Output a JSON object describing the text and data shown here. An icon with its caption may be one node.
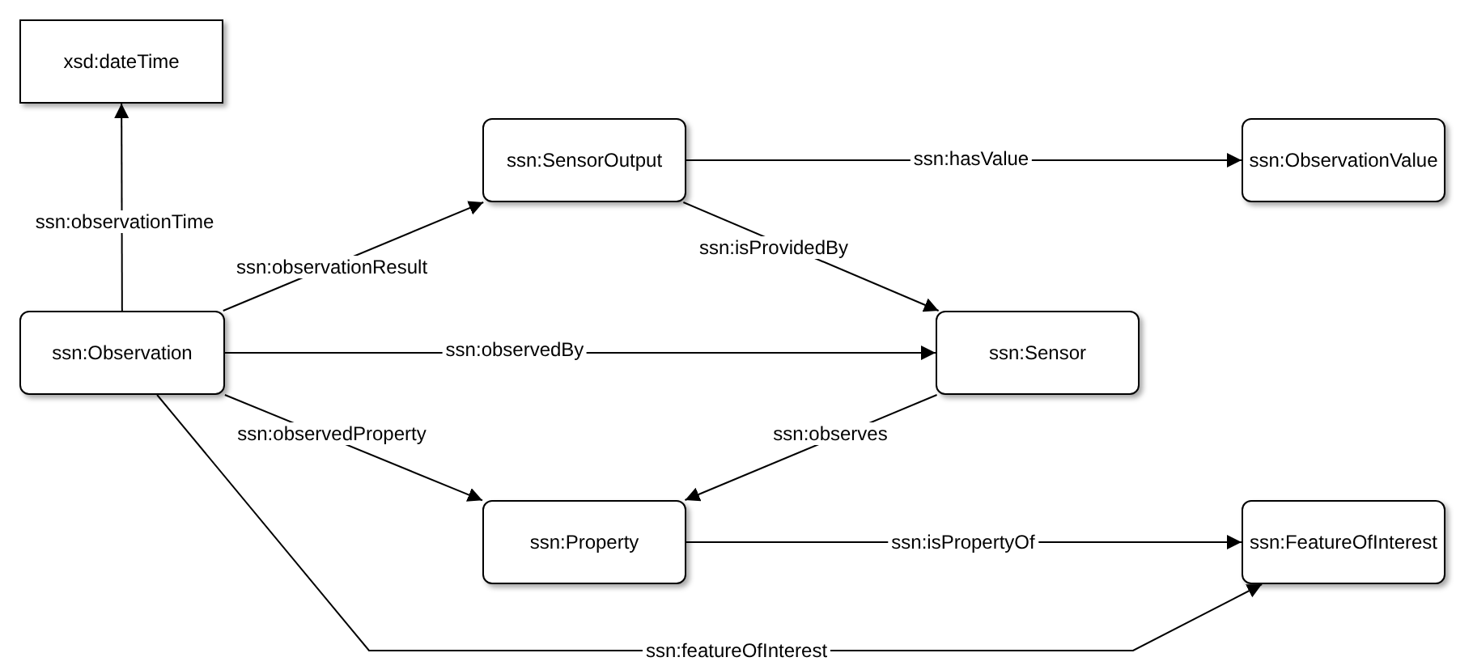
{
  "diagram": {
    "nodes": [
      {
        "text": [
          "xsd:dateTime"
        ]
      },
      {
        "text": [
          "ssn:SensorOutput"
        ]
      },
      {
        "text": [
          "ssn:ObservationValue"
        ]
      },
      {
        "text": [
          "ssn:Observation"
        ]
      },
      {
        "text": [
          "ssn:Sensor"
        ]
      },
      {
        "text": [
          "ssn:Property"
        ]
      },
      {
        "text": [
          "ssn:FeatureOfInterest"
        ]
      }
    ],
    "edges": [
      {
        "from": 3,
        "to": 0,
        "arrow": "to",
        "label": "ssn:observationTime"
      },
      {
        "from": 3,
        "to": 1,
        "arrow": "to",
        "label": "ssn:observationResult"
      },
      {
        "from": 1,
        "to": 2,
        "arrow": "to",
        "label": "ssn:hasValue"
      },
      {
        "from": 1,
        "to": 4,
        "arrow": "to",
        "label": "ssn:isProvidedBy"
      },
      {
        "from": 3,
        "to": 4,
        "arrow": "to",
        "label": "ssn:observedBy"
      },
      {
        "from": 3,
        "to": 5,
        "arrow": "to",
        "label": "ssn:observedProperty"
      },
      {
        "from": 4,
        "to": 5,
        "arrow": "to",
        "label": "ssn:observes"
      },
      {
        "from": 5,
        "to": 6,
        "arrow": "to",
        "label": "ssn:isPropertyOf"
      },
      {
        "from": 3,
        "to": 6,
        "arrow": "to",
        "label": "ssn:featureOfInterest"
      }
    ]
  }
}
